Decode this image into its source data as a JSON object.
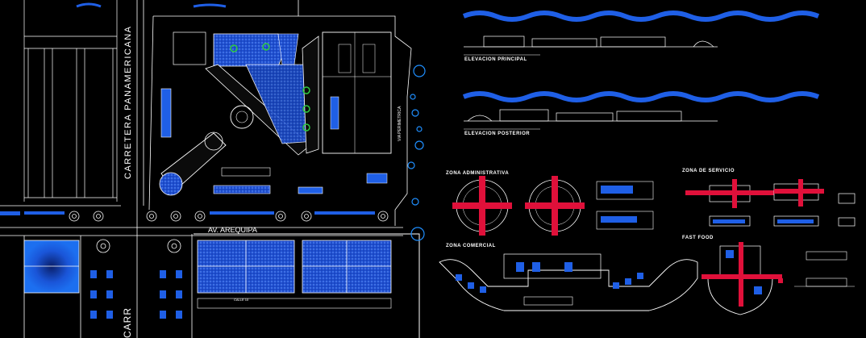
{
  "labels": {
    "highway": "CARRETERA PANAMERICANA",
    "avenue": "AV. AREQUIPA",
    "highway_partial": "CARR",
    "street": "CALLE 10",
    "side_road": "VIA PERIMETRICA"
  },
  "elevations": {
    "principal": "ELEVACION PRINCIPAL",
    "posterior": "ELEVACION POSTERIOR"
  },
  "zones": {
    "administrativa": "ZONA ADMINISTRATIVA",
    "servicio": "ZONA DE SERVICIO",
    "comercial": "ZONA COMERCIAL",
    "fast_food": "FAST FOOD"
  },
  "colors": {
    "background": "#000000",
    "linework": "#ffffff",
    "water_blue": "#1f5fe6",
    "accent_red": "#e0103a",
    "accent_green": "#2ecc40"
  }
}
